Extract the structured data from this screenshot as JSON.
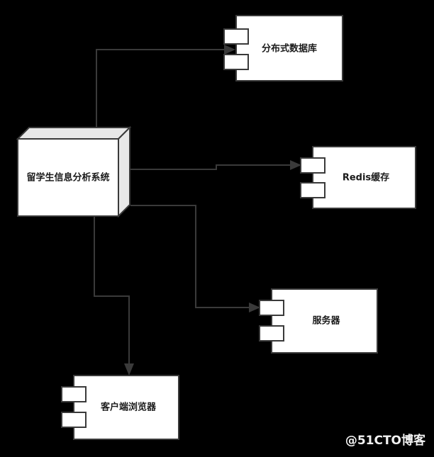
{
  "diagram": {
    "type": "uml-component-diagram",
    "background_color": "#000000",
    "box_fill": "#ffffff",
    "stroke_color": "#3a3a3a",
    "text_color": "#1a1a1a",
    "system": {
      "label": "留学生信息分析系统",
      "shape": "3d-cube"
    },
    "components": [
      {
        "id": "database",
        "label": "分布式数据库",
        "ports": 2
      },
      {
        "id": "redis",
        "label": "Redis缓存",
        "ports": 2
      },
      {
        "id": "server",
        "label": "服务器",
        "ports": 2
      },
      {
        "id": "browser",
        "label": "客户端浏览器",
        "ports": 2
      }
    ],
    "connections": [
      {
        "from": "system",
        "to": "database",
        "arrow": "open"
      },
      {
        "from": "system",
        "to": "redis",
        "arrow": "open"
      },
      {
        "from": "system",
        "to": "server",
        "arrow": "open"
      },
      {
        "from": "system",
        "to": "browser",
        "arrow": "open"
      }
    ]
  },
  "watermark": {
    "text": "@51CTO博客",
    "color": "#f2f2f2"
  }
}
